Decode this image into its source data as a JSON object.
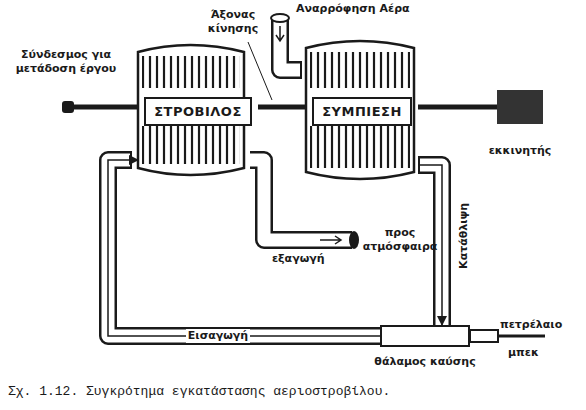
{
  "diagram": {
    "caption": "Σχ. 1.12. Συγκρότημα εγκατάστασης αεριοστροβίλου.",
    "nodes": [
      {
        "text": [
          "ΣΤΡΟΒΙΛΟΣ"
        ]
      },
      {
        "text": [
          "ΣΥΜΠΙΕΣΗ"
        ]
      },
      {
        "text": [
          "εκκινητής"
        ]
      },
      {
        "text": [
          "θάλαμος καύσης"
        ]
      }
    ],
    "edges": [
      {
        "from": 0,
        "to": 1,
        "arrow": "none"
      },
      {
        "from": 1,
        "to": 2,
        "arrow": "none"
      },
      {
        "from": 1,
        "to": 3,
        "label": "Κατάθλιψη",
        "arrow": "to"
      },
      {
        "from": 3,
        "to": 0,
        "label": "Εισαγωγή",
        "arrow": "to"
      }
    ],
    "labels": [
      "Άξονας κίνησης",
      "Αναρρόφηση Αέρα",
      "Σύνδεσμος για μετάδοση έργου",
      "εξαγωγή",
      "προς ατμόσφαιρα",
      "πετρέλαιο",
      "μπεκ"
    ]
  }
}
